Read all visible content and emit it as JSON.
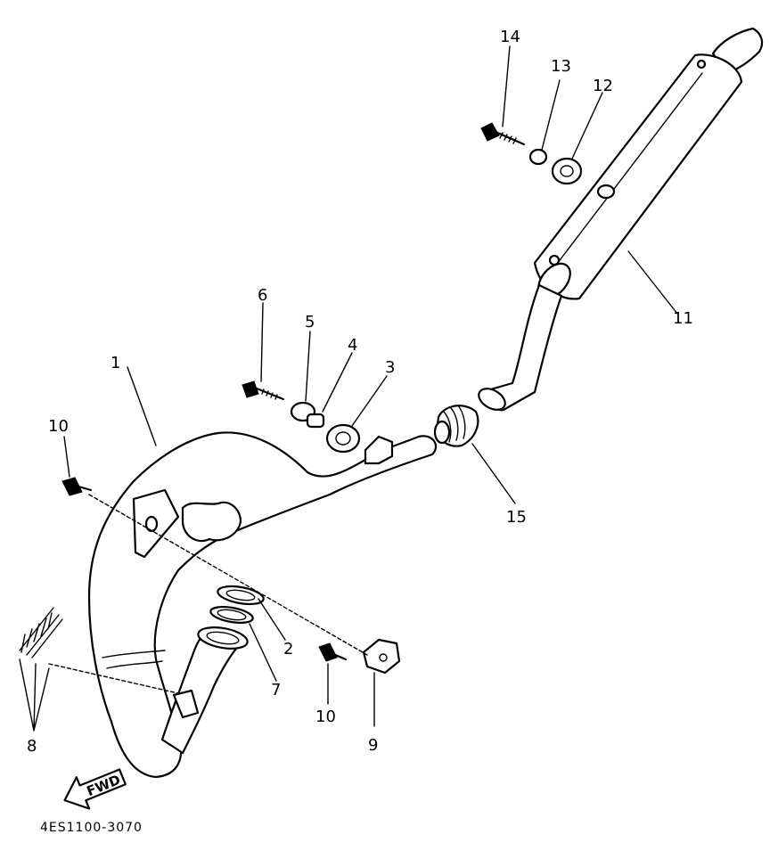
{
  "diagram": {
    "drawing_code": "4ES1100-3070",
    "direction_label": "FWD",
    "callouts": [
      {
        "id": "c1",
        "label": "1"
      },
      {
        "id": "c2",
        "label": "2"
      },
      {
        "id": "c3",
        "label": "3"
      },
      {
        "id": "c4",
        "label": "4"
      },
      {
        "id": "c5",
        "label": "5"
      },
      {
        "id": "c6",
        "label": "6"
      },
      {
        "id": "c7",
        "label": "7"
      },
      {
        "id": "c8",
        "label": "8"
      },
      {
        "id": "c9",
        "label": "9"
      },
      {
        "id": "c10a",
        "label": "10"
      },
      {
        "id": "c10b",
        "label": "10"
      },
      {
        "id": "c11",
        "label": "11"
      },
      {
        "id": "c12",
        "label": "12"
      },
      {
        "id": "c13",
        "label": "13"
      },
      {
        "id": "c14",
        "label": "14"
      },
      {
        "id": "c15",
        "label": "15"
      }
    ]
  }
}
